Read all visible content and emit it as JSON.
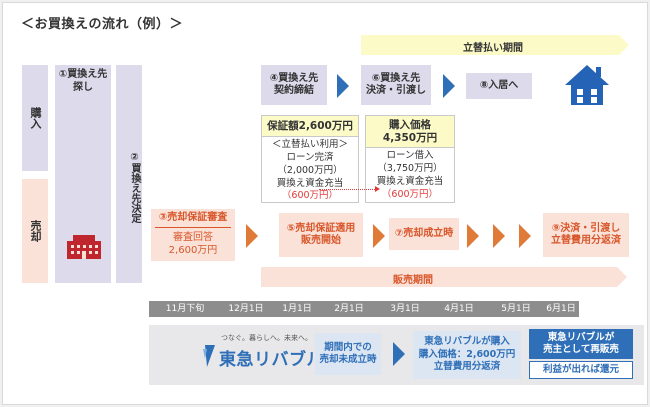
{
  "title": "＜お買換えの流れ（例）＞",
  "labels": {
    "kounyu": "購入",
    "baikyaku": "売却",
    "step1": [
      "①買換え先",
      "探し"
    ],
    "step2": "②買換え先決定",
    "step3": "③売却保証審査",
    "step3_sub": [
      "審査回答",
      "2,600万円"
    ],
    "step4": [
      "④買換え先",
      "契約締結"
    ],
    "step5": [
      "⑤売却保証適用",
      "販売開始"
    ],
    "step6": [
      "⑥買換え先",
      "決済・引渡し"
    ],
    "step7": "⑦売却成立時",
    "step8": "⑧入居へ",
    "step9": [
      "⑨決済・引渡し",
      "立替費用分返済"
    ],
    "tatekae_period": "立替払い期間",
    "hanbai_period": "販売期間"
  },
  "card_left": {
    "header": "保証額2,600万円",
    "lines": [
      "＜立替払い利用＞",
      "ローン完済",
      "（2,000万円）",
      "買換え資金充当"
    ],
    "highlight": "（600万円）"
  },
  "card_right": {
    "header": [
      "購入価格",
      "4,350万円"
    ],
    "lines": [
      "ローン借入",
      "（3,750万円）",
      "買換え資金充当"
    ],
    "highlight": "（600万円）"
  },
  "timeline": [
    "11月下旬",
    "12月1日",
    "1月1日",
    "2月1日",
    "3月1日",
    "4月1日",
    "5月1日",
    "6月1日"
  ],
  "bottom": {
    "logo_tagline": "つなぐ。暮らしへ。未来へ。",
    "logo_name": "東急リバブル",
    "note1": [
      "期間内での",
      "売却未成立時"
    ],
    "note2": [
      "東急リバブルが購入",
      "購入価格：2,600万円",
      "立替費用分返済"
    ],
    "note3": [
      "東急リバブルが",
      "売主として再販売"
    ],
    "note3_sub": "利益が出れば還元"
  },
  "colors": {
    "purple": "#dcdaeb",
    "pink": "#fbe2d9",
    "yellow": "#fcfbc8",
    "orange": "#e07a38",
    "blue": "#2f6fb8",
    "red": "#e03b3b",
    "building": "#c0262d"
  },
  "icons": [
    "house-icon",
    "building-icon",
    "logo-mark-icon"
  ]
}
